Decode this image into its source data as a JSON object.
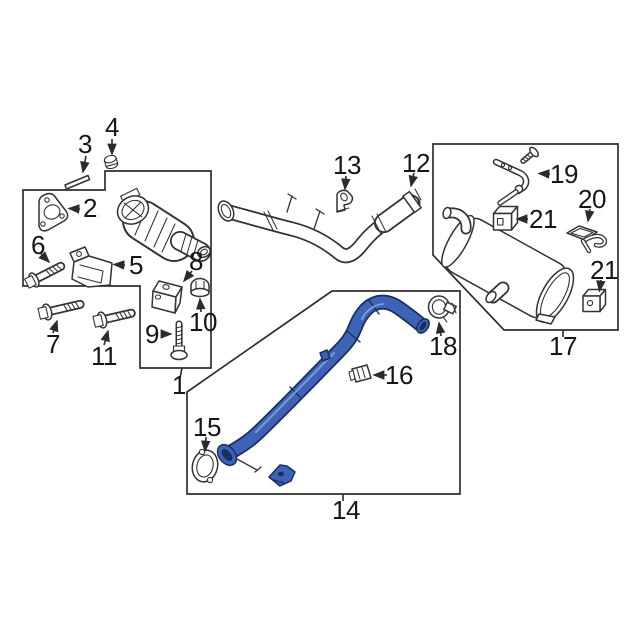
{
  "diagram": {
    "type": "exploded-parts-diagram",
    "colors": {
      "highlight": "#3d63b6",
      "line": "#333333",
      "background": "#ffffff"
    },
    "callouts": {
      "c1": "1",
      "c2": "2",
      "c3": "3",
      "c4": "4",
      "c5": "5",
      "c6": "6",
      "c7": "7",
      "c8": "8",
      "c9": "9",
      "c10": "10",
      "c11": "11",
      "c12": "12",
      "c13": "13",
      "c14": "14",
      "c15": "15",
      "c16": "16",
      "c17": "17",
      "c18": "18",
      "c19": "19",
      "c20": "20",
      "c21a": "21",
      "c21b": "21"
    }
  }
}
